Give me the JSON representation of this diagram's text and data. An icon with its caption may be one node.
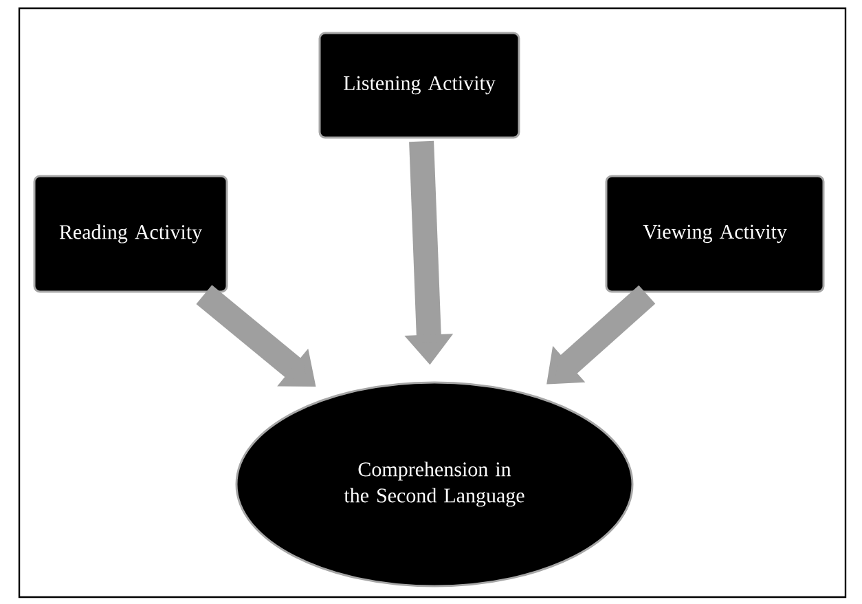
{
  "diagram": {
    "nodes": [
      {
        "text": [
          "Listening Activity"
        ]
      },
      {
        "text": [
          "Reading Activity"
        ]
      },
      {
        "text": [
          "Viewing Activity"
        ]
      },
      {
        "text": [
          "Comprehension in the Second Language"
        ]
      }
    ],
    "edges": [
      {
        "from": 0,
        "to": 3,
        "arrow": "to"
      },
      {
        "from": 1,
        "to": 3,
        "arrow": "to"
      },
      {
        "from": 2,
        "to": 3,
        "arrow": "to"
      }
    ]
  }
}
